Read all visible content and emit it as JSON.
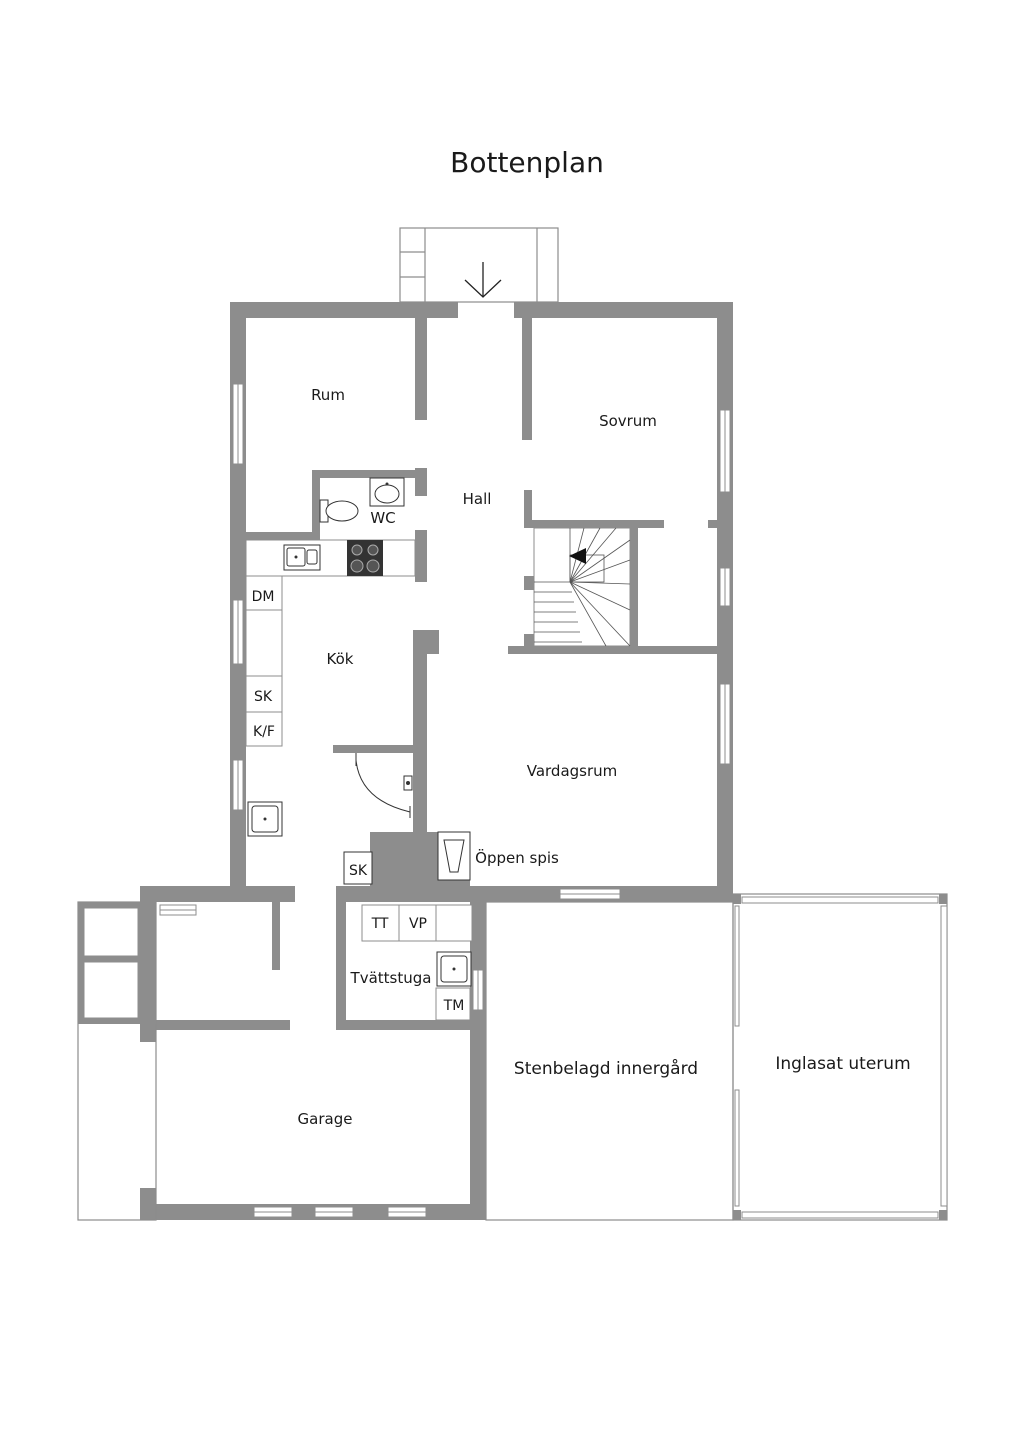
{
  "title": "Bottenplan",
  "colors": {
    "wall": "#8d8d8d",
    "text": "#1a1a1a",
    "background": "#ffffff"
  },
  "rooms": {
    "rum": "Rum",
    "sovrum": "Sovrum",
    "hall": "Hall",
    "wc": "WC",
    "kok": "Kök",
    "vardagsrum": "Vardagsrum",
    "oppen_spis": "Öppen spis",
    "tvattstuga": "Tvättstuga",
    "garage": "Garage",
    "innergard": "Stenbelagd innergård",
    "uterum": "Inglasat uterum"
  },
  "fixtures": {
    "dm": "DM",
    "sk_kitchen": "SK",
    "kf": "K/F",
    "sk_hall": "SK",
    "tt": "TT",
    "vp": "VP",
    "tm": "TM"
  }
}
